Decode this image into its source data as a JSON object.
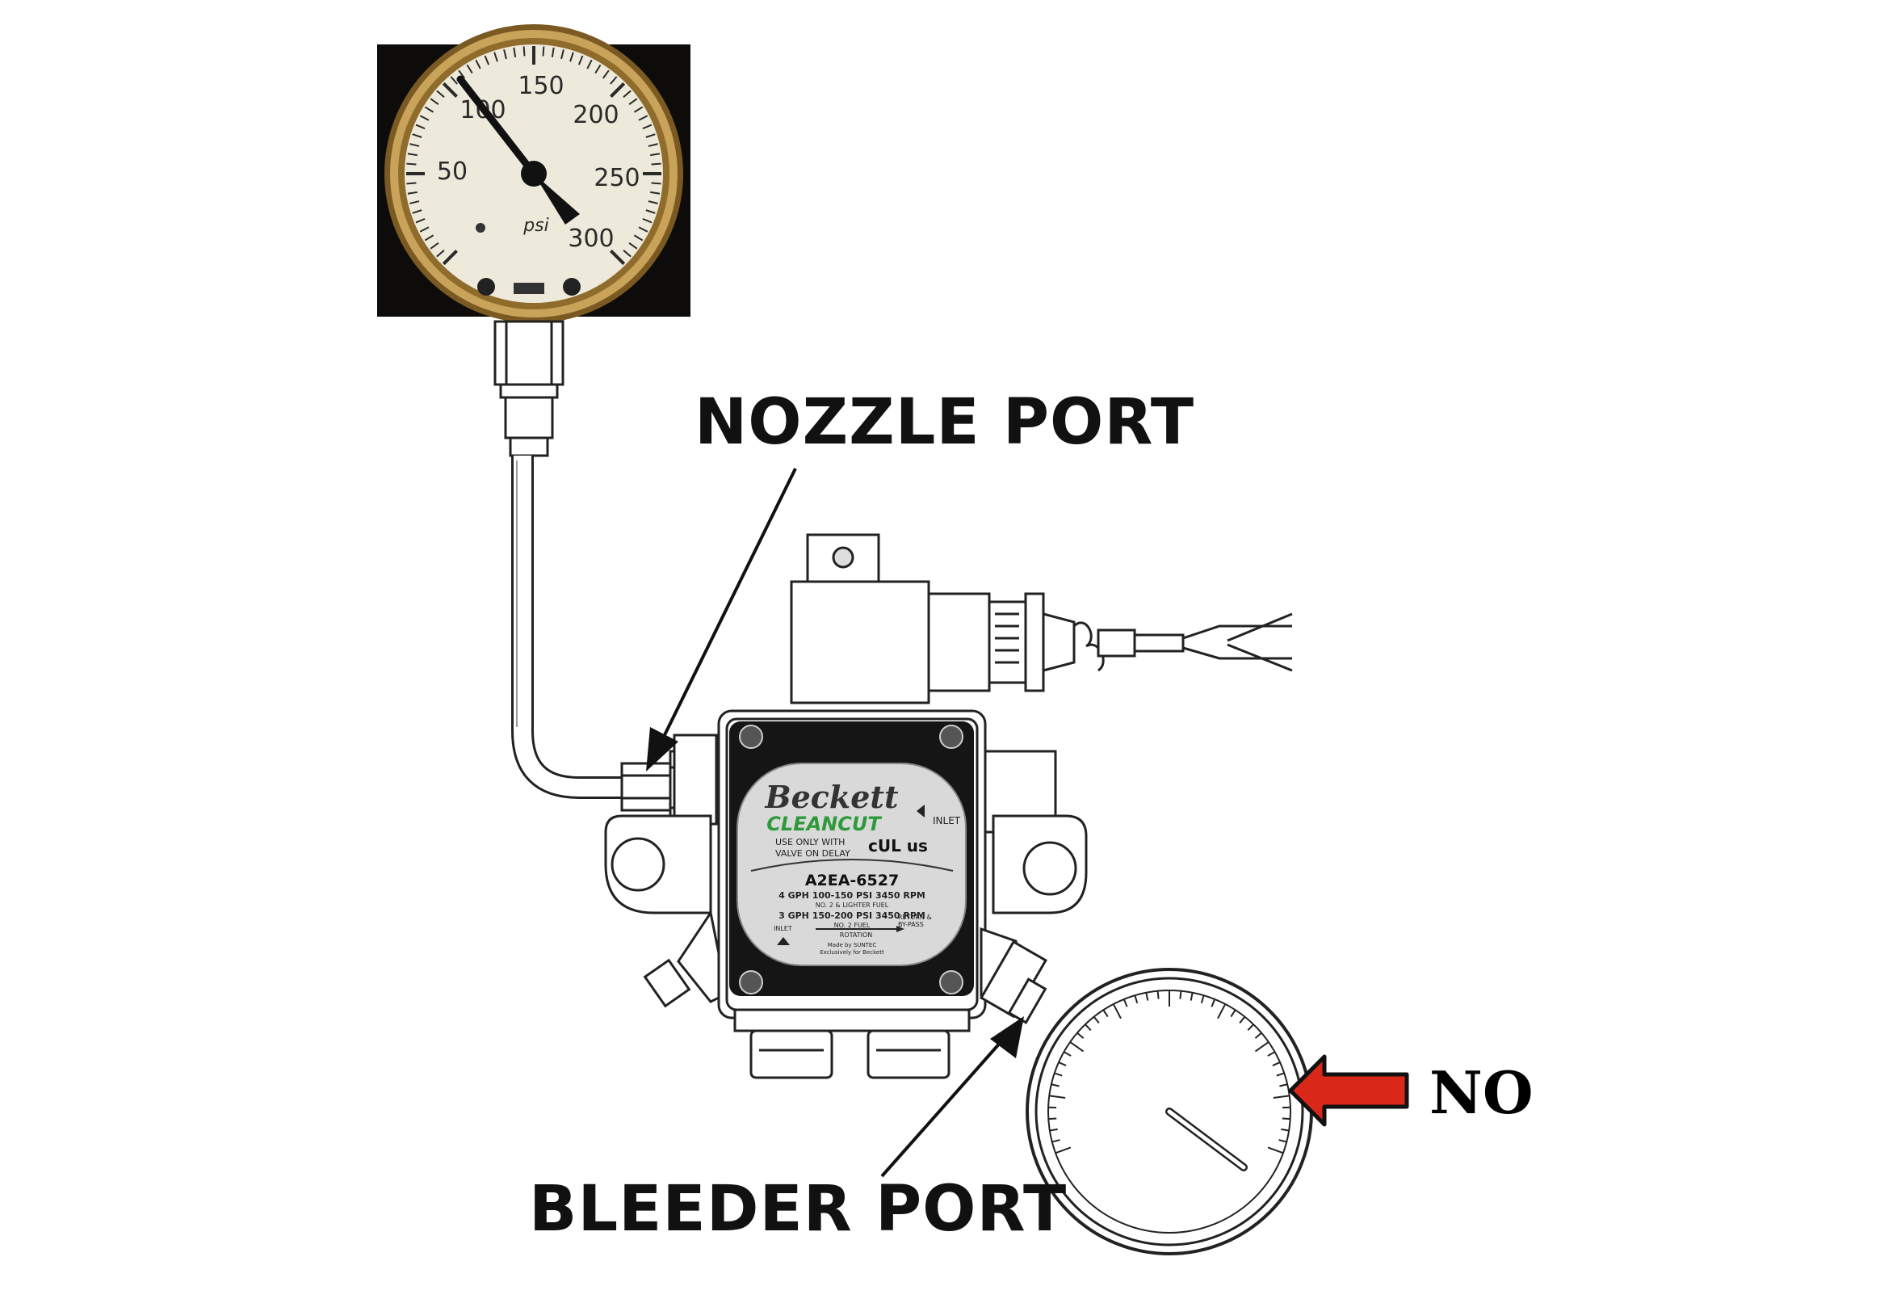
{
  "labels": {
    "nozzle_port": "NOZZLE PORT",
    "bleeder_port": "BLEEDER PORT",
    "verdict": "NO"
  },
  "gauge_top": {
    "scale_ticks": [
      "50",
      "100",
      "150",
      "200",
      "250",
      "300"
    ],
    "unit": "psi",
    "needle_value": 100
  },
  "pump_plate": {
    "brand": "Beckett",
    "product_line": "CLEANCUT",
    "usage_note": [
      "USE ONLY WITH",
      "VALVE ON DELAY"
    ],
    "cert_mark": "cUL us",
    "inlet_top": "INLET",
    "model": "A2EA-6527",
    "rating_1": "4 GPH 100-150 PSI 3450 RPM",
    "rating_1_fuel": "NO. 2 & LIGHTER FUEL",
    "rating_2": "3 GPH 150-200 PSI 3450 RPM",
    "rating_2_fuel": "NO. 2 FUEL",
    "inlet_bottom": "INLET",
    "rotation": "ROTATION",
    "return_label": [
      "RETURN &",
      "BY-PASS"
    ],
    "maker": [
      "Made by SUNTEC",
      "Exclusively for Beckett"
    ]
  },
  "colors": {
    "arrow_red": "#d9281a",
    "gauge_face": "#eeeadb",
    "brass": "#b08a3e",
    "label_green": "#2e9a3a"
  }
}
